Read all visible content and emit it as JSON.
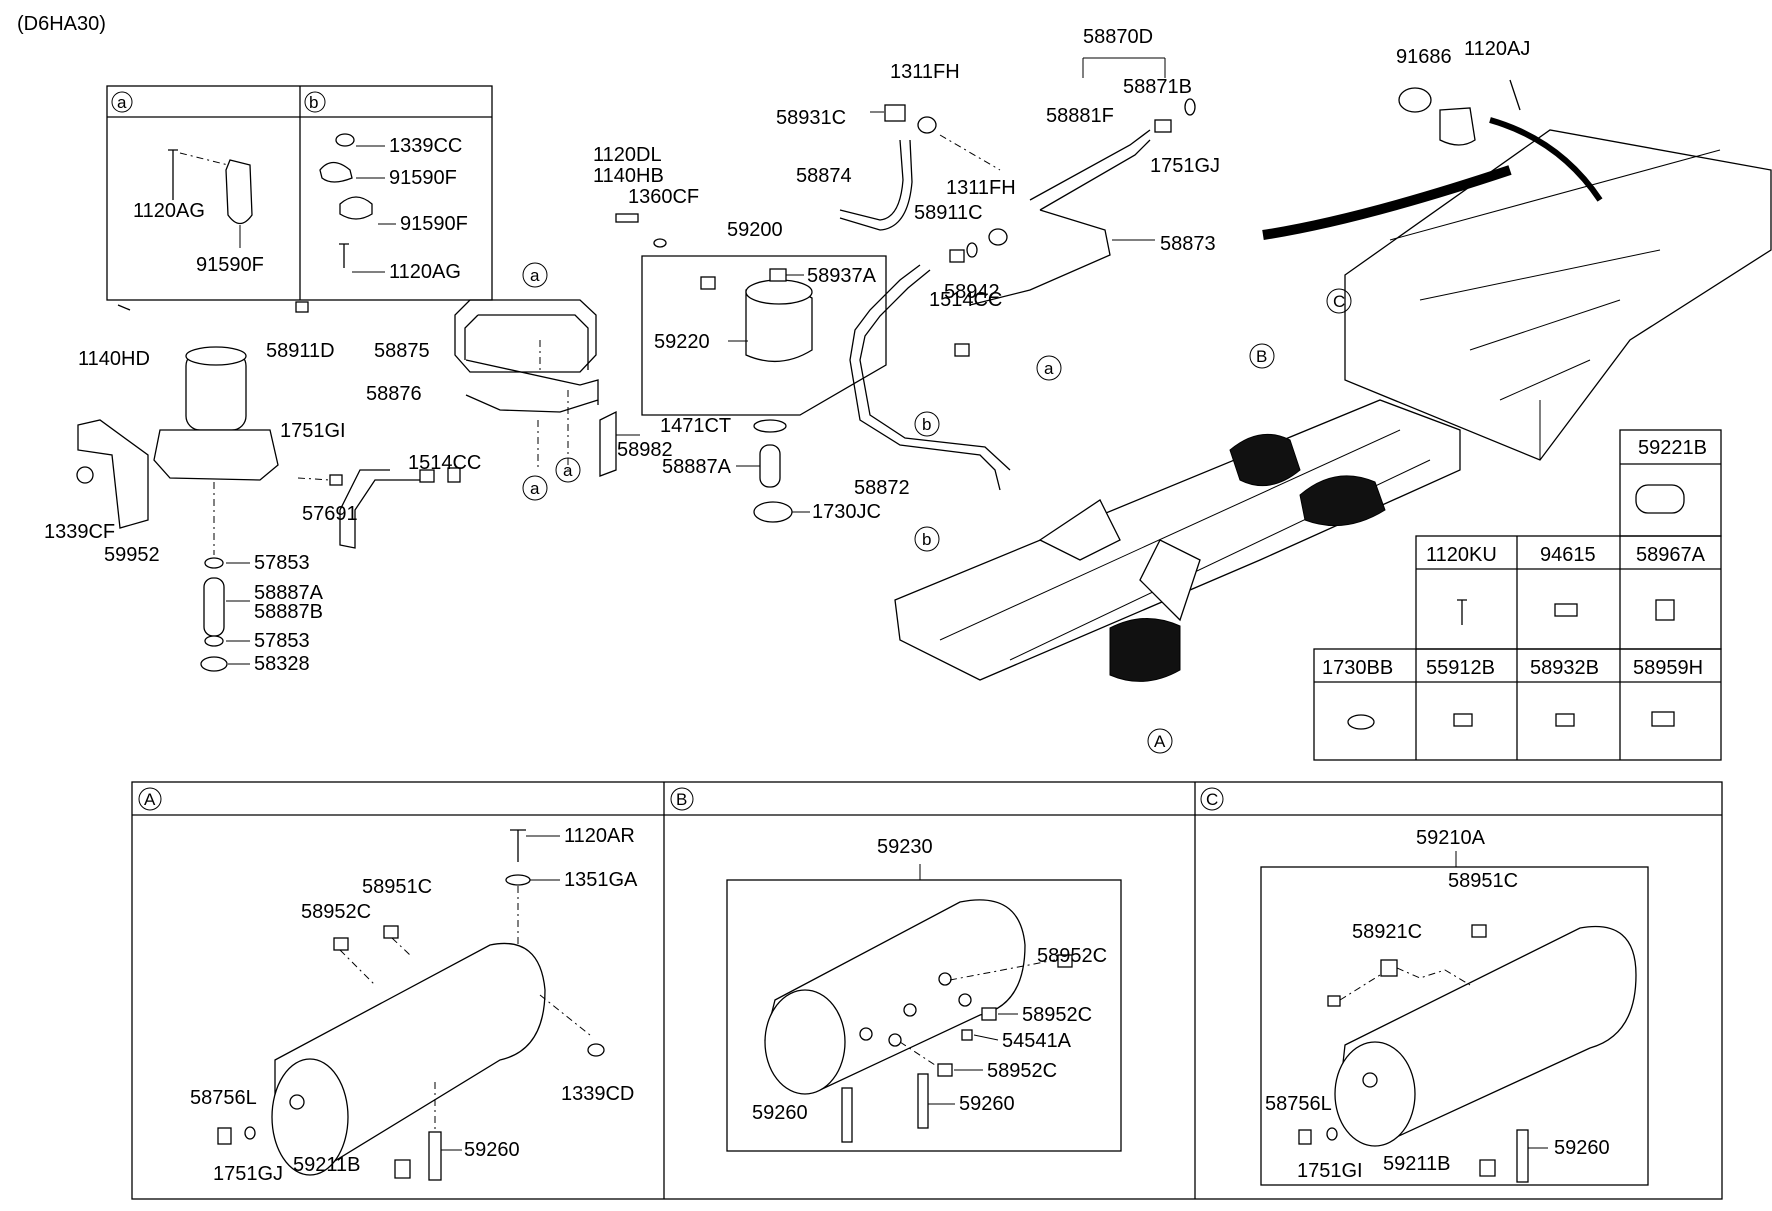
{
  "model_code": "(D6HA30)",
  "box_a": {
    "letter": "a",
    "labels": [
      "1120AG",
      "91590F"
    ]
  },
  "box_b": {
    "letter": "b",
    "labels": [
      "1339CC",
      "91590F",
      "91590F",
      "1120AG"
    ]
  },
  "dryer_labels": [
    "1140HD",
    "58911D",
    "1751GI",
    "57691",
    "1339CF",
    "59952",
    "57853",
    "58887A",
    "58887B",
    "57853",
    "58328"
  ],
  "piping_labels": [
    "58875",
    "58876",
    "1514CC",
    "1120DL",
    "1140HB",
    "1360CF",
    "59200",
    "58937A",
    "59220",
    "58982",
    "1471CT",
    "58887A",
    "1730JC"
  ],
  "upper_labels": [
    "1311FH",
    "58931C",
    "58874",
    "58870D",
    "58871B",
    "58881F",
    "1751GJ",
    "1311FH",
    "58911C",
    "58942",
    "58873",
    "1514CC",
    "58872"
  ],
  "top_right_labels": [
    "91686",
    "1120AJ"
  ],
  "circle_markers": [
    "a",
    "a",
    "a",
    "a",
    "b",
    "b",
    "B",
    "C",
    "A"
  ],
  "parts_table": {
    "top_cell": "59221B",
    "row1": [
      "1120KU",
      "94615",
      "58967A"
    ],
    "row2": [
      "1730BB",
      "55912B",
      "58932B",
      "58959H"
    ]
  },
  "panel_a": {
    "letter": "A",
    "labels": [
      "1120AR",
      "1351GA",
      "58951C",
      "58952C",
      "1339CD",
      "58756L",
      "1751GJ",
      "59211B",
      "59260"
    ]
  },
  "panel_b": {
    "letter": "B",
    "labels": [
      "59230",
      "58952C",
      "58952C",
      "54541A",
      "58952C",
      "59260",
      "59260"
    ]
  },
  "panel_c": {
    "letter": "C",
    "labels": [
      "59210A",
      "58951C",
      "58921C",
      "58756L",
      "1751GI",
      "59211B",
      "59260"
    ]
  }
}
